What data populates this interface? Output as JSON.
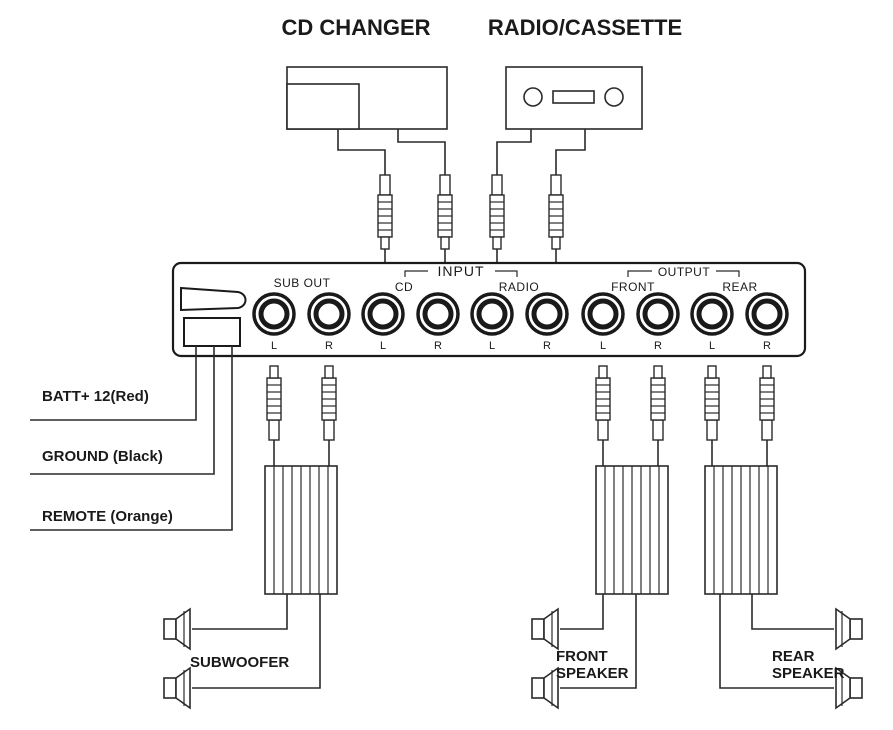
{
  "sources": {
    "cd_changer": "CD CHANGER",
    "radio_cassette": "RADIO/CASSETTE"
  },
  "unit": {
    "input_label": "INPUT",
    "output_label": "OUTPUT",
    "sub_out": "SUB OUT",
    "cd": "CD",
    "radio": "RADIO",
    "front": "FRONT",
    "rear": "REAR",
    "left": "L",
    "right": "R"
  },
  "power_wires": {
    "batt": "BATT+ 12(Red)",
    "ground": "GROUND (Black)",
    "remote": "REMOTE  (Orange)"
  },
  "speakers": {
    "subwoofer": "SUBWOOFER",
    "front_line1": "FRONT",
    "front_line2": "SPEAKER",
    "rear_line1": "REAR",
    "rear_line2": "SPEAKER"
  }
}
